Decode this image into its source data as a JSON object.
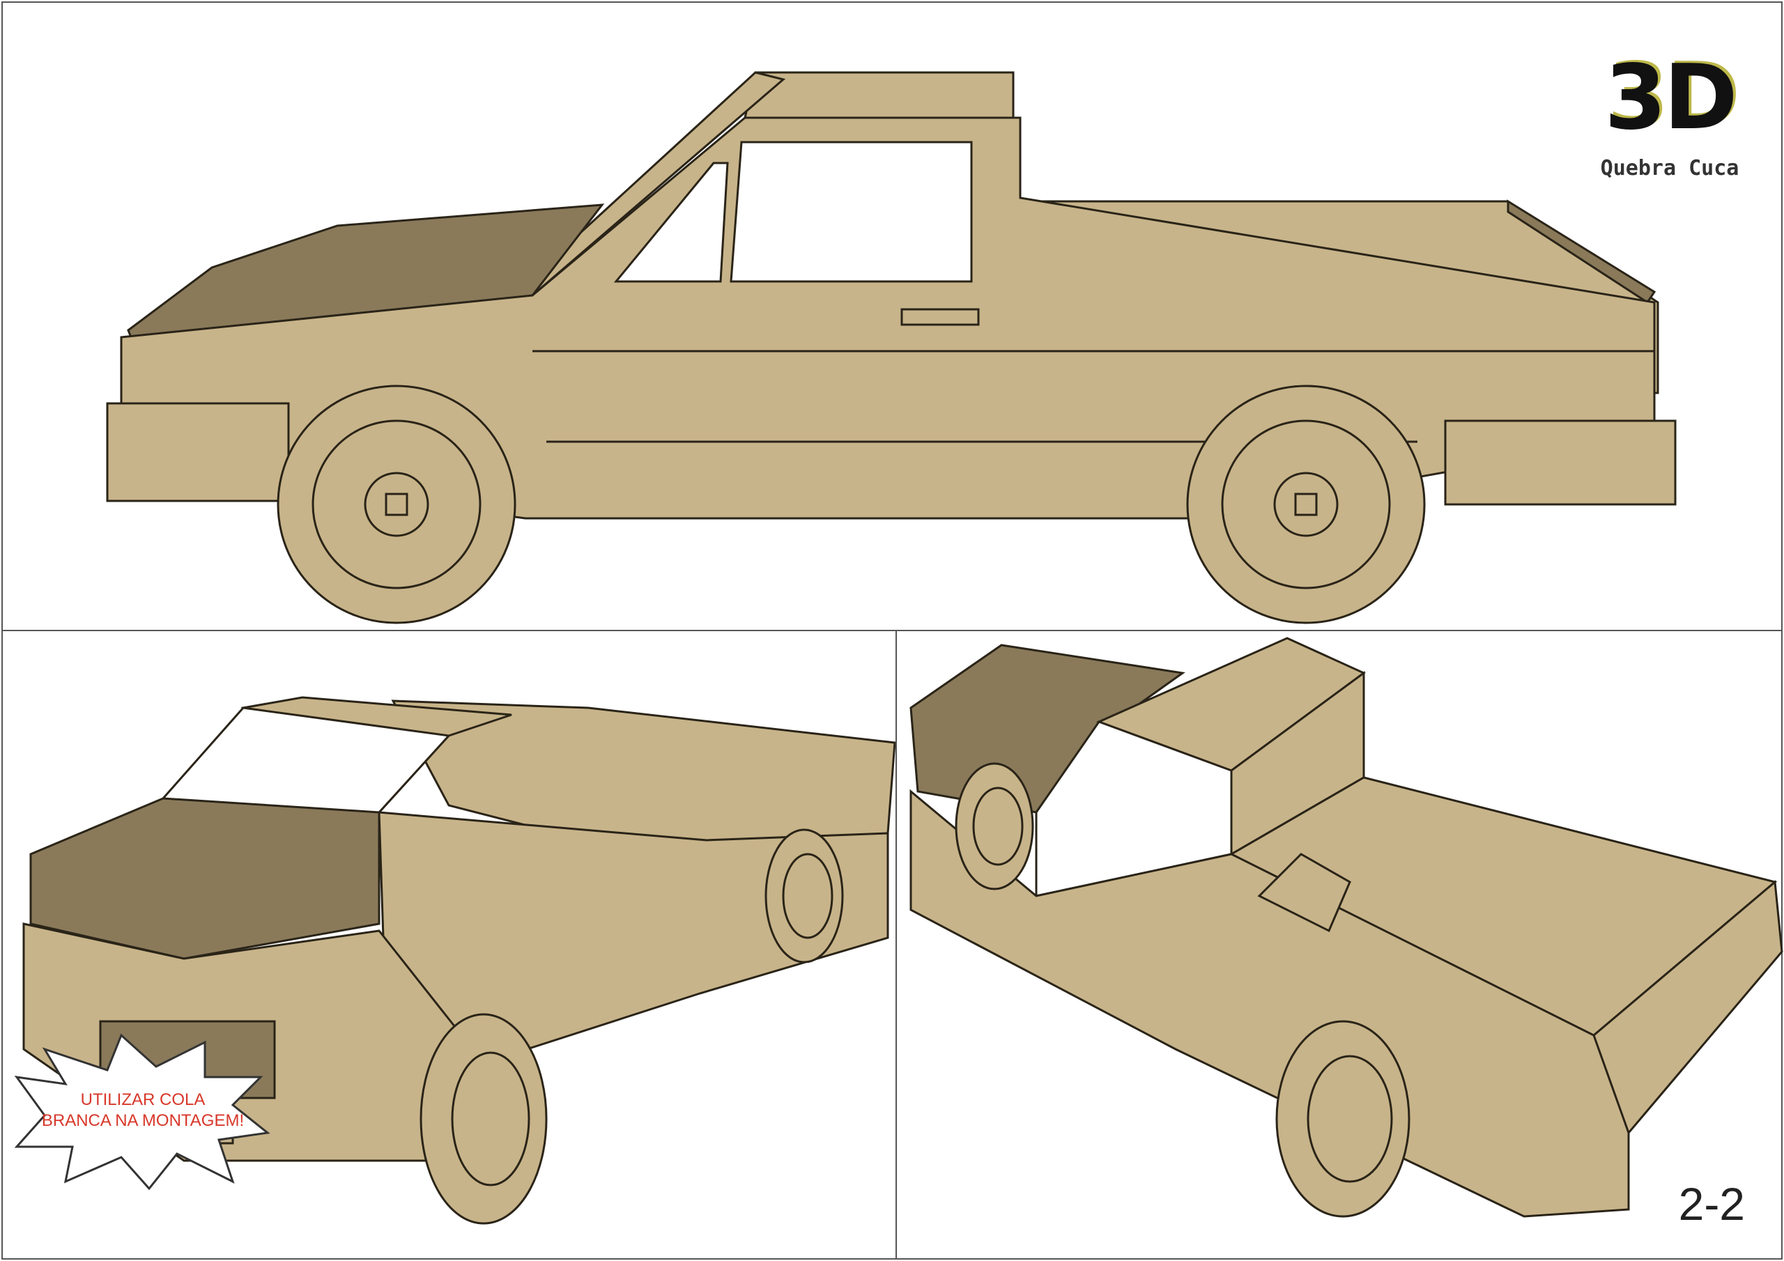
{
  "logo": {
    "main": "3D",
    "sub": "Quebra Cuca"
  },
  "warning": {
    "line1": "UTILIZAR COLA",
    "line2": "BRANCA NA MONTAGEM!"
  },
  "page_number": "2-2",
  "colors": {
    "mdf": "#c8b48a",
    "mdf_dark": "#8a7a5a",
    "outline": "#2a2418",
    "warning": "#d8372a"
  }
}
